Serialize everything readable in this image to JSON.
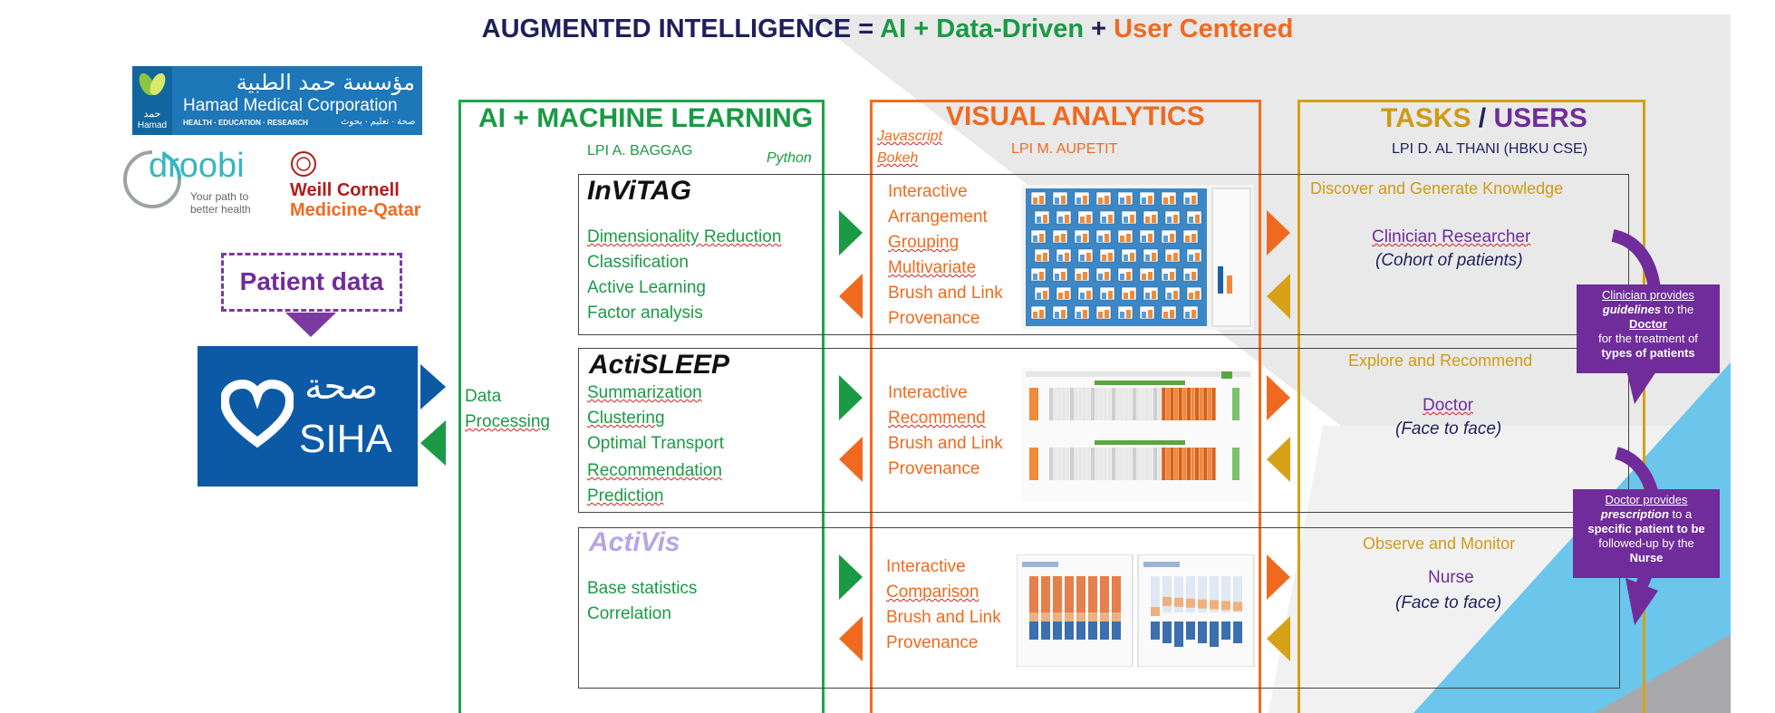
{
  "title": {
    "part1": "AUGMENTED INTELLIGENCE",
    "eq": " = ",
    "part2": "AI + Data-Driven",
    "plus": " + ",
    "part3": "User Centered"
  },
  "logos": {
    "hmc_arabic": "مؤسسة حمد الطبية",
    "hmc_name": "Hamad Medical Corporation",
    "hmc_tag": "HEALTH · EDUCATION · RESEARCH",
    "hmc_tag_ar": "صحة · تعليم · بحوث",
    "hmc_short_ar": "حمد",
    "hmc_short": "Hamad",
    "droobi": "droobi",
    "droobi_tag1": "Your path to",
    "droobi_tag2": "better health",
    "weill1": "Weill Cornell",
    "weill2": "Medicine-Qatar",
    "siha_ar": "صحة",
    "siha": "SIHA"
  },
  "patient_data": "Patient data",
  "data_processing": {
    "line1": "Data",
    "line2": "Processing"
  },
  "ml": {
    "header": "AI + MACHINE LEARNING",
    "lpi": "LPI A. BAGGAG",
    "lang": "Python"
  },
  "va": {
    "header": "VISUAL ANALYTICS",
    "lpi": "LPI M. AUPETIT",
    "lang1": "Javascript",
    "lang2": "Bokeh"
  },
  "tu": {
    "header_tasks": "TASKS",
    "header_sep": " / ",
    "header_users": "USERS",
    "lpi": "LPI D. AL THANI (HBKU CSE)"
  },
  "rows": [
    {
      "name": "InViTAG",
      "ml_items": [
        "Dimensionality Reduction",
        "Classification",
        "Active Learning",
        "Factor analysis"
      ],
      "va_items": [
        "Interactive",
        "Arrangement",
        "Grouping",
        "Multivariate",
        "Brush and Link",
        "Provenance"
      ],
      "task": "Discover and Generate Knowledge",
      "user": "Clinician Researcher",
      "user_note": "(Cohort of patients)"
    },
    {
      "name": "ActiSLEEP",
      "ml_items": [
        "Summarization",
        "Clustering",
        "Optimal Transport",
        "Recommendation",
        "Prediction"
      ],
      "va_items": [
        "Interactive",
        "Recommend",
        "Brush and Link",
        "Provenance"
      ],
      "task": "Explore and Recommend",
      "user": "Doctor",
      "user_note": "(Face to face)"
    },
    {
      "name": "ActiVis",
      "ml_items": [
        "Base statistics",
        "Correlation"
      ],
      "va_items": [
        "Interactive",
        "Comparison",
        "Brush and Link",
        "Provenance"
      ],
      "task": "Observe and Monitor",
      "user": "Nurse",
      "user_note": "(Face to face)"
    }
  ],
  "callout1": {
    "l1": "Clinician provides",
    "l2": "guidelines",
    "l2b": " to the",
    "l3": "Doctor",
    "l4": "for the treatment of",
    "l5": "types of patients"
  },
  "callout2": {
    "l1": "Doctor provides",
    "l2": "prescription",
    "l2b": " to a",
    "l3": "specific patient to be",
    "l4": "followed-up by the",
    "l5": "Nurse"
  },
  "colors": {
    "navy": "#1f1f5c",
    "green": "#1a9a44",
    "orange": "#ef6a1f",
    "gold": "#cf9b14",
    "purple": "#6f2c9a",
    "blue": "#0c5aa6",
    "sky": "#6cc5ea"
  }
}
